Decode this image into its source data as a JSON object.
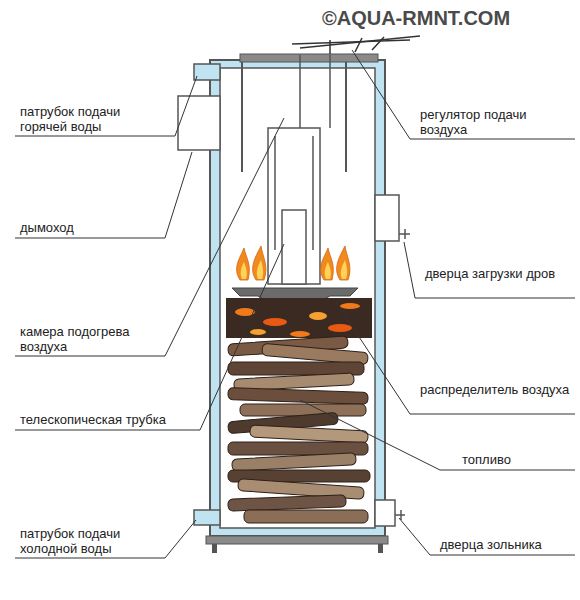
{
  "diagram": {
    "labels": [
      "©AQUA-RMNT.COM",
      "патрубок подачи горячей воды",
      "регулятор подачи воздуха",
      "дымоход",
      "дверца загрузки дров",
      "камера подогрева воздуха",
      "распределитель воздуха",
      "телескопическая трубка",
      "топливо",
      "патрубок подачи холодной воды",
      "дверца зольника"
    ]
  }
}
